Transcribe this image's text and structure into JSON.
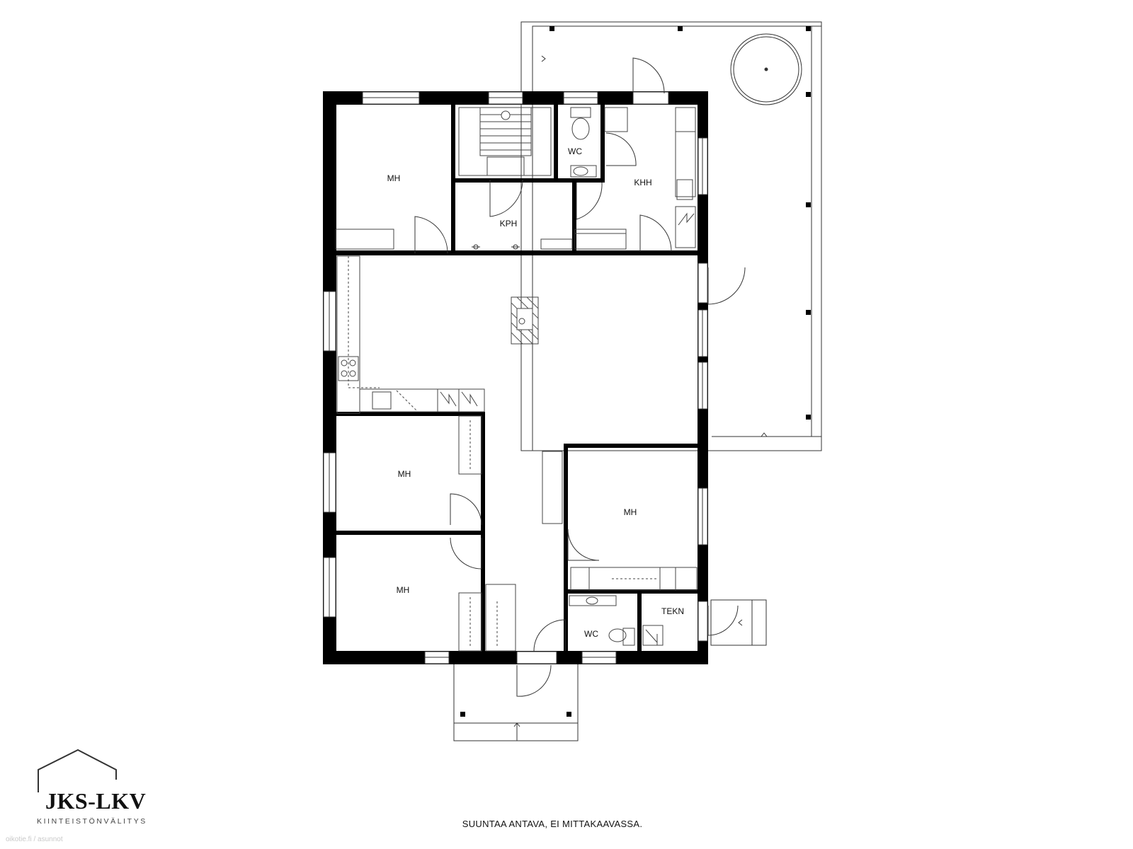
{
  "rooms": {
    "mh_top": "MH",
    "kph": "KPH",
    "wc_top": "WC",
    "khh": "KHH",
    "mh_left_mid": "MH",
    "mh_left_bottom": "MH",
    "mh_right": "MH",
    "wc_bottom": "WC",
    "tekn": "TEKN"
  },
  "note": "SUUNTAA ANTAVA, EI MITTAKAAVASSA.",
  "logo": {
    "main": "JKS-LKV",
    "sub": "KIINTEISTÖNVÄLITYS"
  },
  "watermark": "oikotie.fi / asunnot",
  "colors": {
    "wall": "#000000",
    "line": "#222222",
    "background": "#ffffff"
  }
}
